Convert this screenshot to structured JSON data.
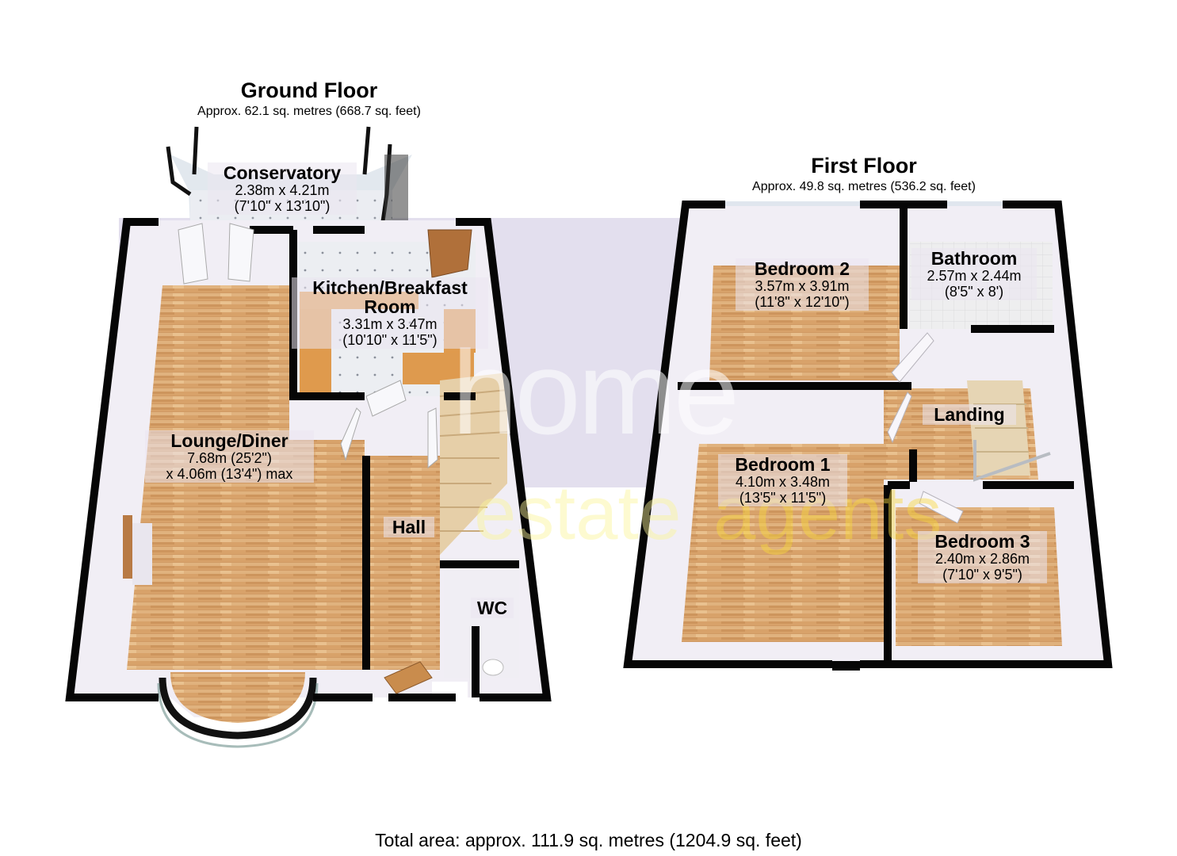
{
  "ground_floor": {
    "title": "Ground Floor",
    "area": "Approx. 62.1 sq. metres (668.7 sq. feet)",
    "rooms": [
      {
        "name": "Conservatory",
        "dim_m": "2.38m x 4.21m",
        "dim_ft": "(7'10\" x 13'10\")"
      },
      {
        "name": "Kitchen/Breakfast",
        "name2": "Room",
        "dim_m": "3.31m x 3.47m",
        "dim_ft": "(10'10\" x 11'5\")"
      },
      {
        "name": "Lounge/Diner",
        "dim_m": "7.68m (25'2\")",
        "dim_ft": "x 4.06m (13'4\") max"
      },
      {
        "name": "Hall"
      },
      {
        "name": "WC"
      }
    ]
  },
  "first_floor": {
    "title": "First Floor",
    "area": "Approx. 49.8 sq. metres (536.2 sq. feet)",
    "rooms": [
      {
        "name": "Bedroom 2",
        "dim_m": "3.57m x 3.91m",
        "dim_ft": "(11'8\" x 12'10\")"
      },
      {
        "name": "Bathroom",
        "dim_m": "2.57m x 2.44m",
        "dim_ft": "(8'5\" x 8')"
      },
      {
        "name": "Landing"
      },
      {
        "name": "Bedroom 1",
        "dim_m": "4.10m x 3.48m",
        "dim_ft": "(13'5\" x 11'5\")"
      },
      {
        "name": "Bedroom 3",
        "dim_m": "2.40m x 2.86m",
        "dim_ft": "(7'10\" x 9'5\")"
      }
    ]
  },
  "watermark": {
    "line1": "home",
    "line2a": "estate",
    "line2b": "agents"
  },
  "total_area": "Total area: approx. 111.9 sq. metres (1204.9 sq. feet)",
  "colors": {
    "wall": "#050505",
    "floor_wood": "#d9a66e",
    "inner_wall": "#f2eff6",
    "band": "#e3dfee",
    "tile": "#e8ebef"
  }
}
